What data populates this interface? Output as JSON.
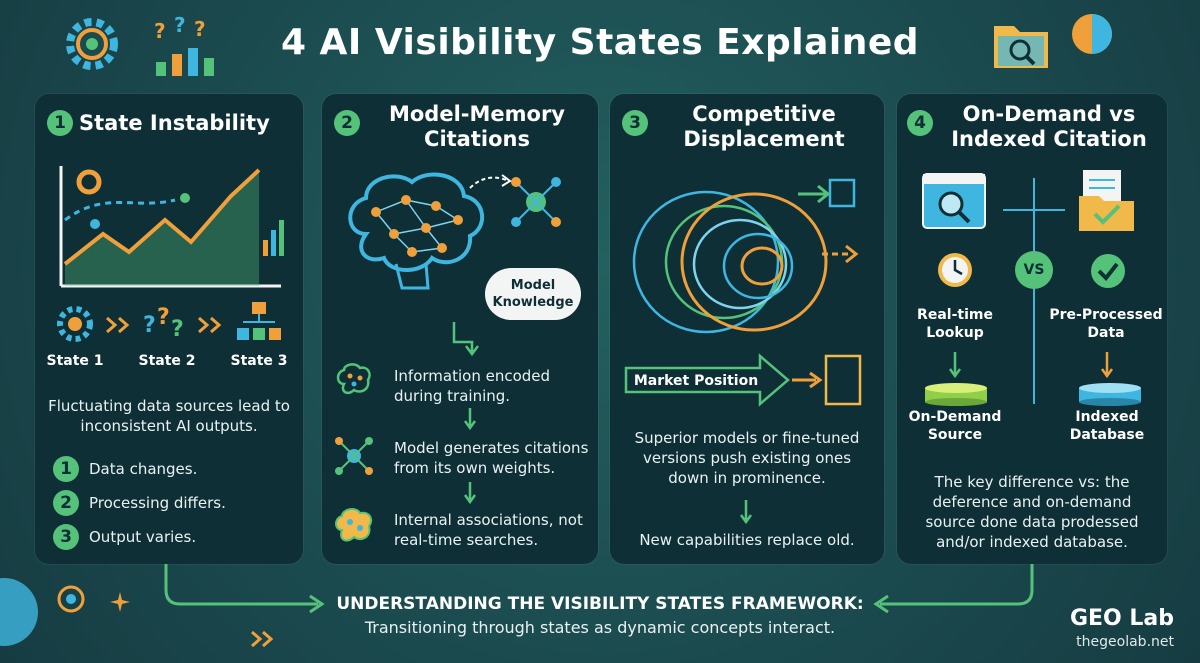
{
  "title": "4 AI Visibility States Explained",
  "panels": [
    {
      "number": "1",
      "title": "State Instability",
      "states": [
        "State 1",
        "State 2",
        "State 3"
      ],
      "description": "Fluctuating data sources lead to inconsistent AI outputs.",
      "steps": [
        {
          "number": "1",
          "text": "Data changes."
        },
        {
          "number": "2",
          "text": "Processing differs."
        },
        {
          "number": "3",
          "text": "Output varies."
        }
      ]
    },
    {
      "number": "2",
      "title": "Model-Memory Citations",
      "cloud": "Model Knowledge",
      "points": [
        "Information encoded during training.",
        "Model generates citations from its own weights.",
        "Internal associations, not real-time searches."
      ]
    },
    {
      "number": "3",
      "title": "Competitive Displacement",
      "arrow_label": "Market Position",
      "description": "Superior models or fine-tuned versions push existing ones down in prominence.",
      "conclusion": "New capabilities replace old."
    },
    {
      "number": "4",
      "title": "On-Demand vs Indexed Citation",
      "vs": "VS",
      "left": {
        "label": "Real-time Lookup",
        "source": "On-Demand Source"
      },
      "right": {
        "label": "Pre-Processed Data",
        "source": "Indexed Database"
      },
      "description": "The key difference vs: the deference and on-demand source done data prodessed and/or indexed database."
    }
  ],
  "footer": {
    "heading": "UNDERSTANDING THE VISIBILITY STATES FRAMEWORK:",
    "subtext": "Transitioning through states as dynamic concepts interact."
  },
  "brand": {
    "name": "GEO Lab",
    "url": "thegeolab.net"
  },
  "colors": {
    "accent_green": "#55c27a",
    "accent_orange": "#f0a03a",
    "accent_blue": "#3fb6e0",
    "panel_bg": "#0f2f36"
  }
}
